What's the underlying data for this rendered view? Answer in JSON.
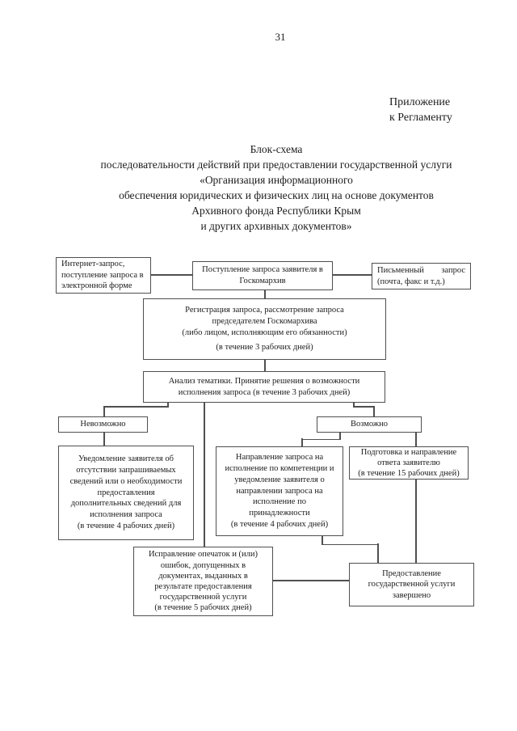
{
  "page": {
    "number": "31"
  },
  "appendix": {
    "line1": "Приложение",
    "line2": "к Регламенту"
  },
  "title": {
    "lines": [
      "Блок-схема",
      "последовательности действий при предоставлении государственной услуги",
      "«Организация информационного",
      "обеспечения юридических и физических лиц на основе документов",
      "Архивного фонда Республики Крым",
      "и других архивных документов»"
    ]
  },
  "flowchart": {
    "nodes": {
      "internet": {
        "lines": [
          "Интернет-запрос,",
          "поступление запроса в",
          "электронной форме"
        ]
      },
      "receipt": {
        "lines": [
          "Поступление запроса заявителя в",
          "Госкомархив"
        ]
      },
      "written": {
        "line1_left": "Письменный",
        "line1_right": "запрос",
        "line2": "(почта, факс и т.д.)"
      },
      "registration": {
        "lines": [
          "Регистрация запроса, рассмотрение запроса",
          "председателем Госкомархива",
          "(либо лицом, исполняющим его обязанности)"
        ],
        "duration": "(в течение 3 рабочих дней)"
      },
      "analysis": {
        "lines": [
          "Анализ тематики. Принятие решения о возможности",
          "исполнения запроса (в течение 3 рабочих дней)"
        ]
      },
      "impossible": {
        "label": "Невозможно"
      },
      "possible": {
        "label": "Возможно"
      },
      "notification": {
        "lines": [
          "Уведомление заявителя об",
          "отсутствии запрашиваемых",
          "сведений или о необходимости",
          "предоставления",
          "дополнительных сведений для",
          "исполнения запроса",
          "(в течение 4 рабочих дней)"
        ]
      },
      "forwarding": {
        "lines": [
          "Направление запроса на",
          "исполнение по компетенции и",
          "уведомление заявителя о",
          "направлении запроса на",
          "исполнение по",
          "принадлежности",
          "(в течение 4 рабочих дней)"
        ]
      },
      "preparation": {
        "lines": [
          "Подготовка и направление",
          "ответа заявителю",
          "(в течение 15 рабочих дней)"
        ]
      },
      "corrections": {
        "lines": [
          "Исправление опечаток и (или)",
          "ошибок, допущенных в",
          "документах, выданных в",
          "результате предоставления",
          "государственной услуги",
          "(в течение 5 рабочих дней)"
        ]
      },
      "completed": {
        "lines": [
          "Предоставление",
          "государственной услуги",
          "завершено"
        ]
      }
    }
  },
  "colors": {
    "line": "#4f4f4f",
    "text": "#1b1b1b",
    "background": "#ffffff"
  }
}
